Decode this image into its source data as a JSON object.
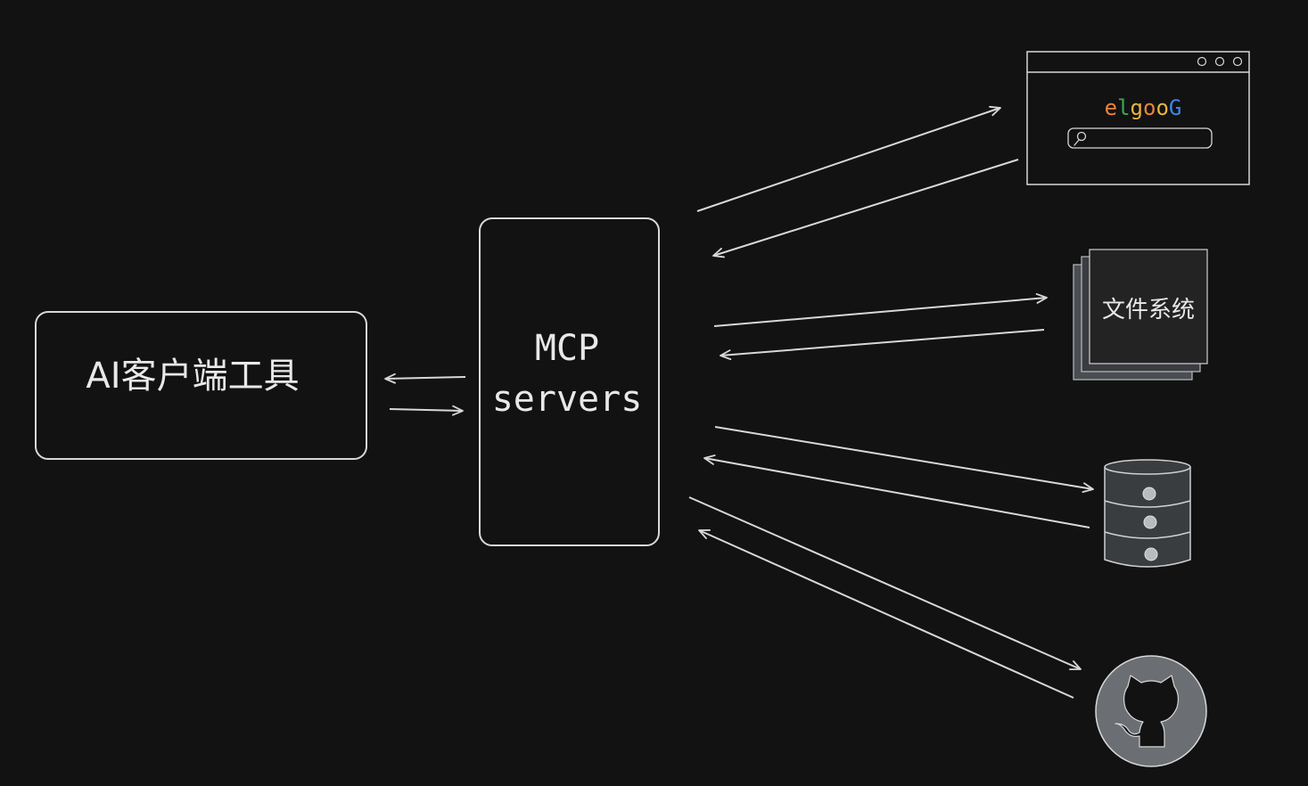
{
  "diagram": {
    "client_label": "AI客户端工具",
    "server_label_line1": "MCP",
    "server_label_line2": "servers",
    "browser_logo_text": "elgooG",
    "filesystem_label": "文件系统"
  },
  "colors": {
    "background": "#121212",
    "stroke": "#d8d8d8",
    "filesystem_fill": "#2b2b2b",
    "filesystem_back": "#4a4d52",
    "database_fill": "#3a3d40",
    "github_fill": "#6b6f74",
    "logo_e": "#e8833a",
    "logo_l": "#3aa857",
    "logo_g": "#e8b53a",
    "logo_o1": "#e8833a",
    "logo_o2": "#e8b53a",
    "logo_G": "#3a88e8"
  }
}
